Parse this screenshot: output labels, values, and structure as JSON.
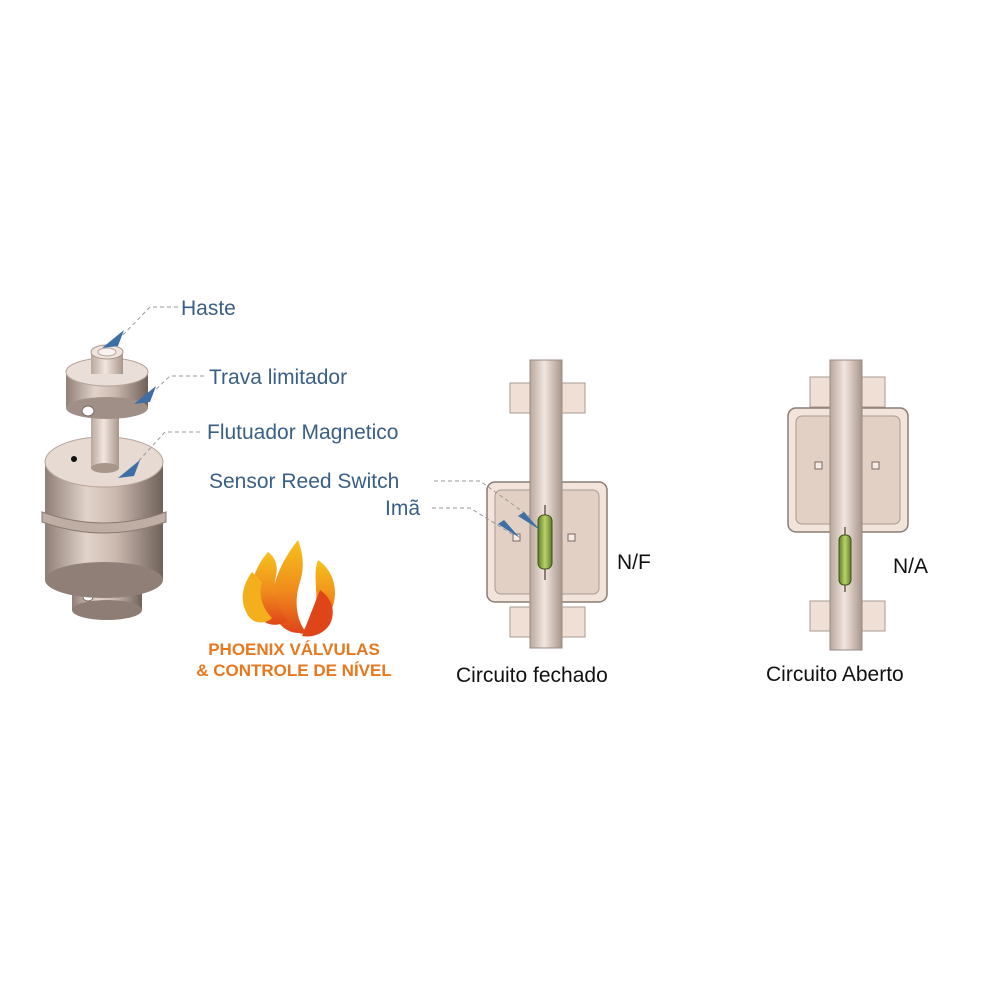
{
  "labels": {
    "haste": "Haste",
    "trava": "Trava limitador",
    "flutuador": "Flutuador Magnetico",
    "sensor": "Sensor Reed Switch",
    "ima": "Imã"
  },
  "states": {
    "closed_code": "N/F",
    "closed_caption": "Circuito fechado",
    "open_code": "N/A",
    "open_caption": "Circuito Aberto"
  },
  "logo": {
    "line1": "PHOENIX VÁLVULAS",
    "line2": "& CONTROLE DE NÍVEL"
  },
  "colors": {
    "label_text": "#3a5f86",
    "arrow": "#3d6ea6",
    "part_body": "#d9c6bb",
    "reed_glass": "#8fae4a",
    "logo_orange": "#e8781e"
  }
}
